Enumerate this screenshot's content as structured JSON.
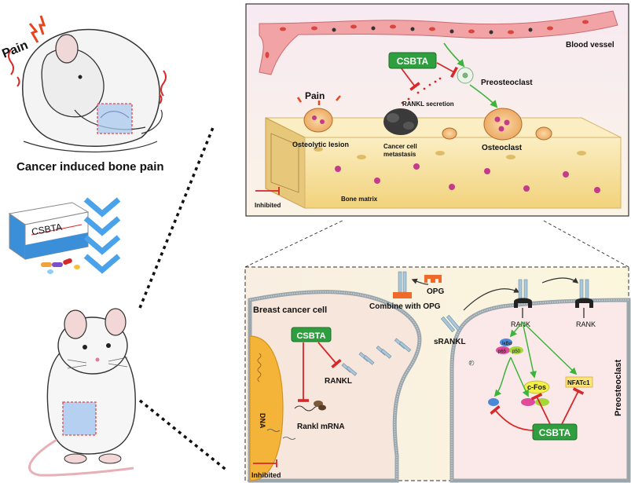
{
  "left": {
    "pain_label": "Pain",
    "caption": "Cancer induced bone pain",
    "drug_box_label": "CSBTA"
  },
  "top_panel": {
    "blood_vessel": "Blood vessel",
    "csbta": "CSBTA",
    "preosteoclast": "Preosteoclast",
    "rankl_secretion": "RANKL secretion",
    "pain": "Pain",
    "osteolytic_lesion": "Osteolytic lesion",
    "cancer_cell_metastasis_line1": "Cancer cell",
    "cancer_cell_metastasis_line2": "metastasis",
    "osteoclast": "Osteoclast",
    "bone_matrix": "Bone matrix",
    "inhibited": "Inhibited"
  },
  "bottom_panel": {
    "opg": "OPG",
    "combine_with_opg": "Combine with OPG",
    "breast_cancer_cell": "Breast cancer cell",
    "csbta_left": "CSBTA",
    "rankl": "RANKL",
    "rankl_mrna": "Rankl mRNA",
    "dna": "DNA",
    "srankl": "sRANKL",
    "rank_1": "RANK",
    "rank_2": "RANK",
    "ikba": "IκBα",
    "p65": "p65",
    "p50": "p50",
    "p": "P",
    "c_fos": "c-Fos",
    "nfatc1": "NFATc1",
    "csbta_right": "CSBTA",
    "preosteoclast_vertical": "Preosteoclast",
    "inhibited": "Inhibited"
  },
  "colors": {
    "csbta_green": "#2e9e3e",
    "inhibit_red": "#d62828",
    "activate_green": "#3cb43c",
    "bone": "#f5deA0",
    "vessel": "#f2a3a6",
    "pain_red": "#e8451e",
    "panel_bg": "#fdf6e4"
  }
}
